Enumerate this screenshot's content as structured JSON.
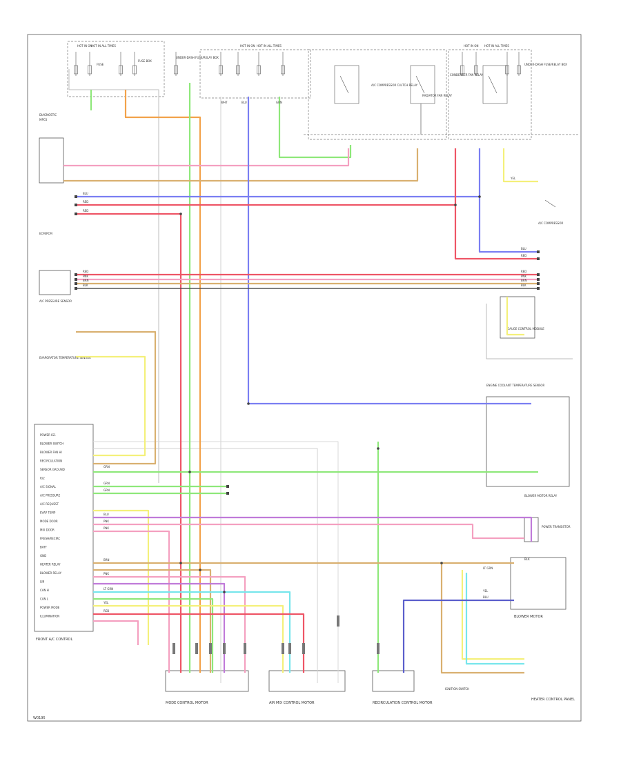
{
  "diagram": {
    "footer_id": "W0195",
    "connector_labels": [
      "HOT IN ON",
      "HOT IN ALL TIMES",
      "FUSE",
      "FUSE BOX",
      "UNDER-DASH FUSE/RELAY BOX",
      "DIAGNOSTIC",
      "MPCS",
      "ECM/PCM",
      "A/C COMPRESSOR CLUTCH RELAY",
      "RADIATOR FAN RELAY",
      "CONDENSER FAN RELAY",
      "A/C COMPRESSOR",
      "ENGINE COOLANT TEMPERATURE SENSOR",
      "A/C PRESSURE SENSOR",
      "EVAPORATOR TEMPERATURE SENSOR",
      "RECIRCULATION CONTROL MOTOR",
      "MODE CONTROL MOTOR",
      "AIR MIX CONTROL MOTOR",
      "BLOWER MOTOR",
      "POWER TRANSISTOR",
      "FRONT A/C CONTROL",
      "BLOWER MOTOR RELAY",
      "HEATER CONTROL PANEL",
      "IGNITION SWITCH",
      "GAUGE CONTROL MODULE"
    ],
    "wire_colors": [
      "BLK",
      "WHT",
      "RED",
      "GRN",
      "BLU",
      "YEL",
      "ORN",
      "PNK",
      "BRN",
      "LT GRN",
      "GRY"
    ],
    "left_pins": [
      "POWER IG1",
      "BLOWER SWITCH",
      "BLOWER FAN HI",
      "RECIRCULATION",
      "SENSOR GROUND",
      "IG2",
      "A/C SIGNAL",
      "A/C PRESSURE",
      "A/C REQUEST",
      "EVAP TEMP",
      "MODE DOOR",
      "MIX DOOR",
      "FRESH/RECIRC",
      "BATT",
      "GND",
      "HEATER RELAY",
      "BLOWER RELAY",
      "LIN",
      "CAN H",
      "CAN L",
      "POWER MODE",
      "ILLUMINATION"
    ]
  },
  "wires": {
    "colors": {
      "red": "#ee5566",
      "pink": "#f4a0c0",
      "orange": "#f2a24a",
      "tan": "#d9b070",
      "green": "#8ee87a",
      "blue": "#7a7ef2",
      "yellow": "#f4f07a",
      "cyan": "#77e6ec",
      "purple": "#c07ad9",
      "navy": "#5a5ecc",
      "black": "#555555"
    }
  }
}
